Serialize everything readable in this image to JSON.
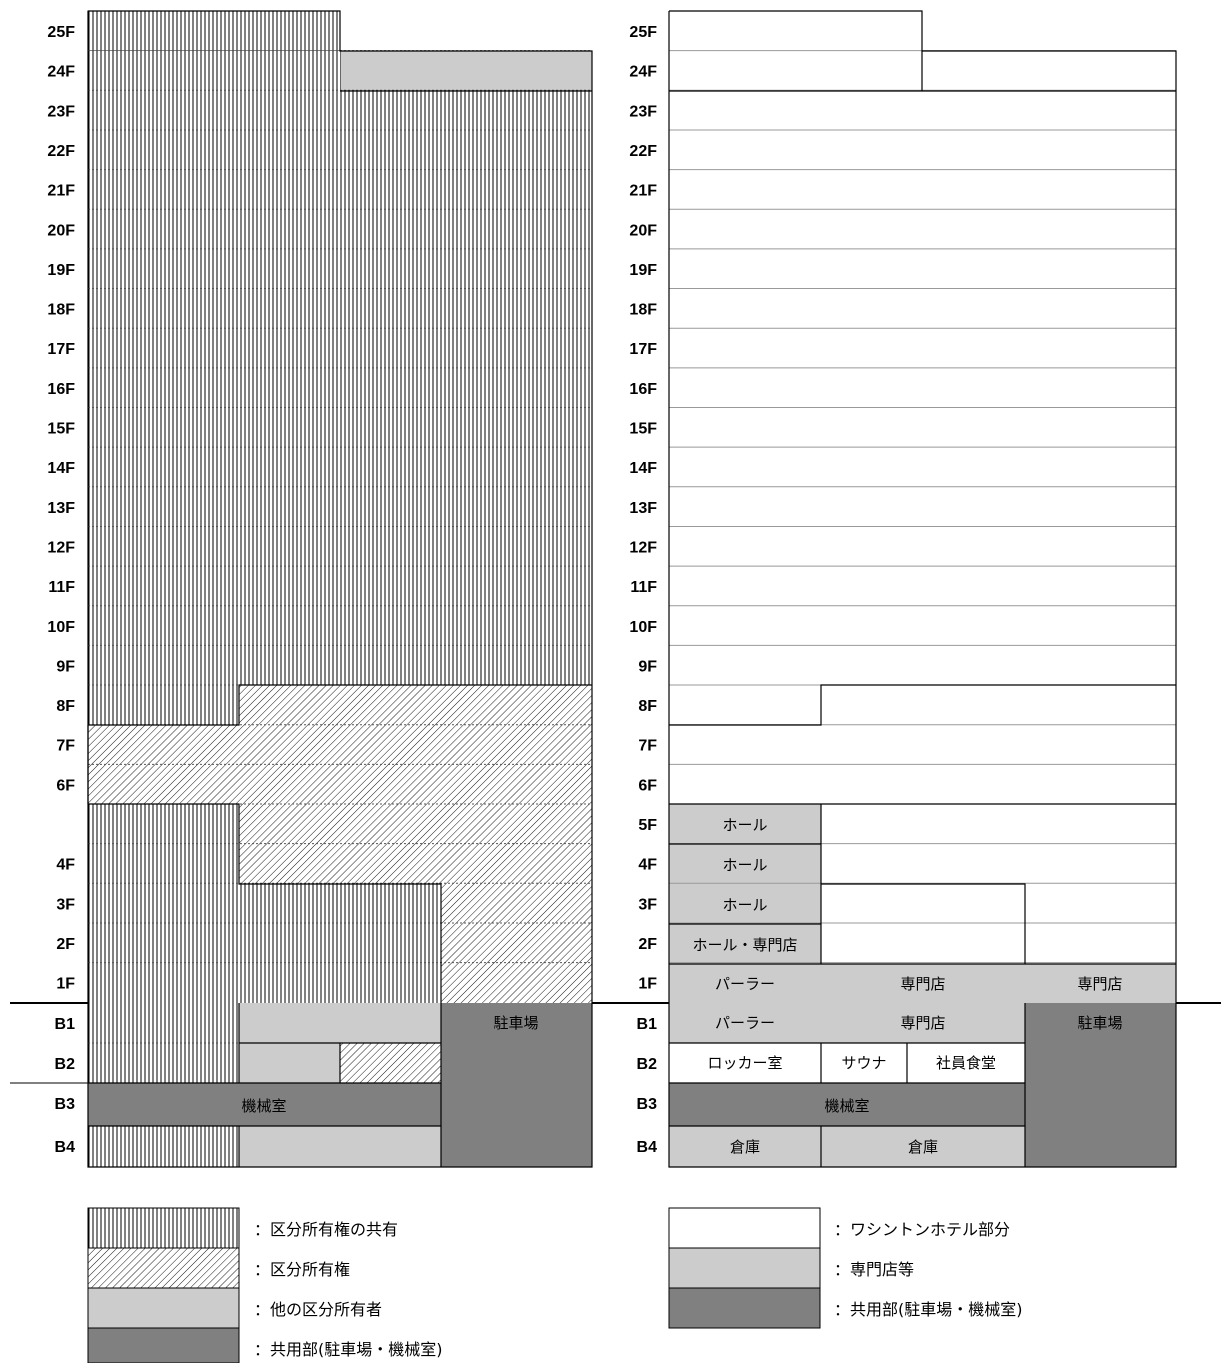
{
  "floors_upper": [
    "25F",
    "24F",
    "23F",
    "22F",
    "21F",
    "20F",
    "19F",
    "18F",
    "17F",
    "16F",
    "15F",
    "14F",
    "13F",
    "12F",
    "11F",
    "10F",
    "9F",
    "8F",
    "7F",
    "6F"
  ],
  "left_lower_floors": [
    "",
    "4F",
    "3F",
    "2F",
    "1F"
  ],
  "right_lower_floors": [
    "5F",
    "4F",
    "3F",
    "2F",
    "1F"
  ],
  "basement_floors": [
    "B1",
    "B2",
    "B3",
    "B4"
  ],
  "left_building": {
    "parking": "駐車場",
    "machine_room": "機械室"
  },
  "right_building": {
    "hall": "ホール",
    "hall_shop": "ホール・専門店",
    "parlor": "パーラー",
    "shop": "専門店",
    "locker_room": "ロッカー室",
    "sauna": "サウナ",
    "staff_cafeteria": "社員食堂",
    "parking": "駐車場",
    "machine_room": "機械室",
    "storage": "倉庫"
  },
  "legend_left": [
    {
      "pattern": "vertical-hatch",
      "label": "：区分所有権の共有"
    },
    {
      "pattern": "diagonal-hatch",
      "label": "：区分所有権"
    },
    {
      "pattern": "light-gray",
      "label": "：他の区分所有者"
    },
    {
      "pattern": "dark-gray",
      "label": "：共用部(駐車場・機械室)"
    }
  ],
  "legend_right": [
    {
      "pattern": "white",
      "label": "：ワシントンホテル部分"
    },
    {
      "pattern": "light-gray",
      "label": "：専門店等"
    },
    {
      "pattern": "dark-gray",
      "label": "：共用部(駐車場・機械室)"
    }
  ],
  "colors": {
    "light_gray": "#cccccc",
    "dark_gray": "#808080",
    "line": "#000000"
  }
}
